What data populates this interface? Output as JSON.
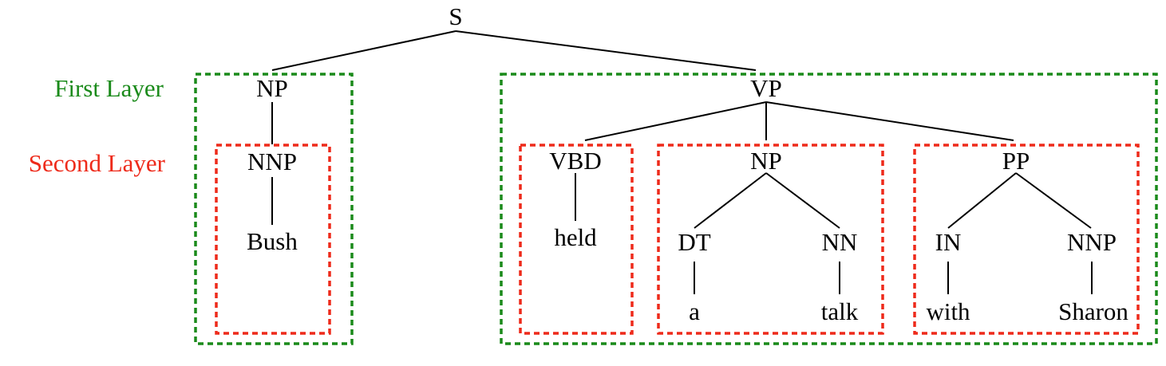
{
  "colors": {
    "first_layer": "#1a8a1a",
    "second_layer": "#ee2a1a",
    "text": "#000000"
  },
  "layer_labels": {
    "first": "First Layer",
    "second": "Second Layer"
  },
  "tree": {
    "root": "S",
    "np_subject": "NP",
    "nnp_subject": "NNP",
    "word_bush": "Bush",
    "vp": "VP",
    "vbd": "VBD",
    "word_held": "held",
    "np_object": "NP",
    "dt": "DT",
    "word_a": "a",
    "nn": "NN",
    "word_talk": "talk",
    "pp": "PP",
    "in": "IN",
    "word_with": "with",
    "nnp_object": "NNP",
    "word_sharon": "Sharon"
  }
}
